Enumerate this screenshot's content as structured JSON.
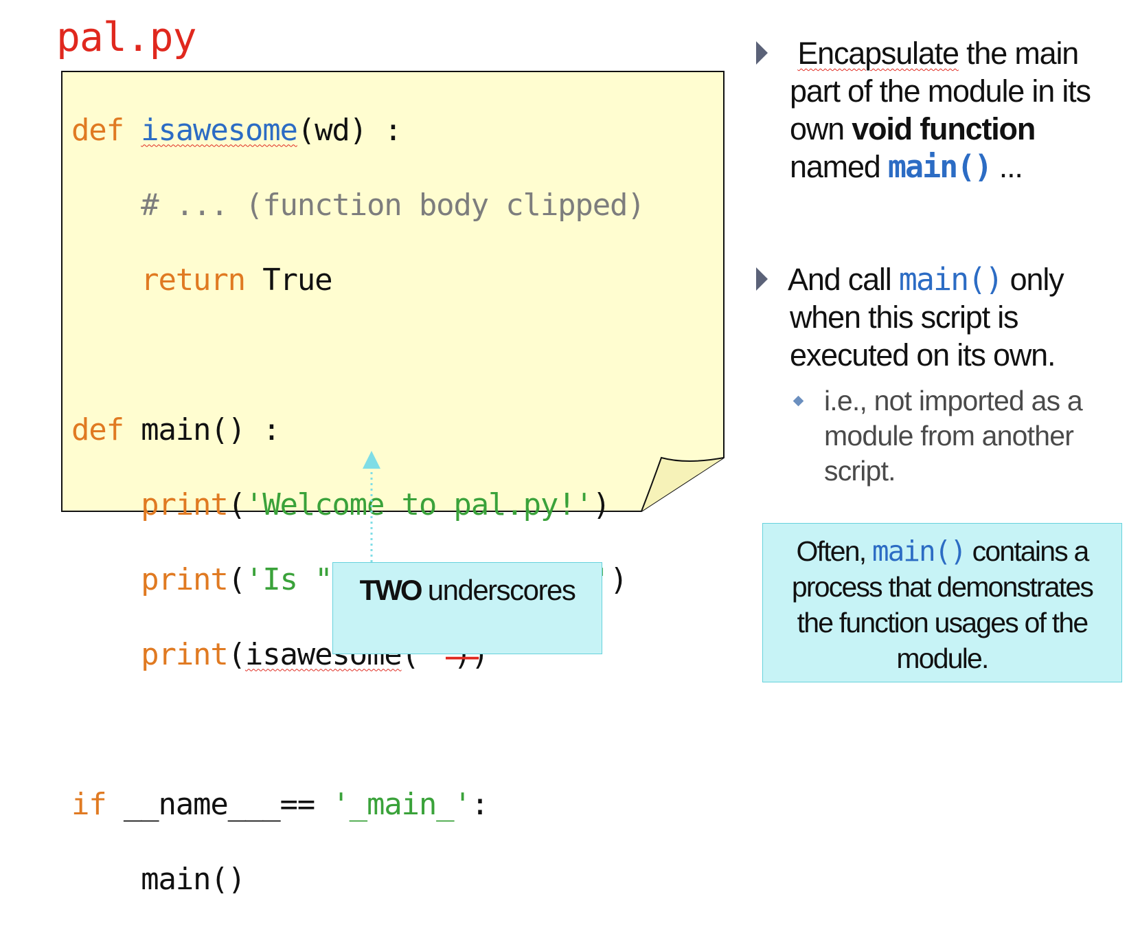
{
  "title": "pal.py",
  "code": {
    "line1": {
      "kw": "def",
      "fn": "isawesome",
      "rest": "(wd) :"
    },
    "line2": {
      "comment": "# ... (function body clipped)"
    },
    "line3": {
      "kw": "return",
      "rest": "True"
    },
    "line4": {
      "kw": "def",
      "rest": "main() :"
    },
    "line5": {
      "kw": "print",
      "str": "'Welcome to pal.py!'"
    },
    "line6": {
      "kw": "print",
      "str": "'Is \"Jerry\" awesome?'"
    },
    "line7": {
      "kw": "print",
      "open": "(",
      "fn": "isawesome",
      "rest": "(‘'))"
    },
    "line8": {
      "kw": "if",
      "rest": "__name___== ",
      "str": "'_main_'",
      "colon": ":"
    },
    "line9": {
      "rest": "main()"
    }
  },
  "callout": {
    "bold": "TWO",
    "text": "underscores",
    "marker": "__"
  },
  "right": {
    "b1": {
      "t1": "Encapsulate",
      "t2": "the main",
      "t3": "part of the module in its",
      "t4": "own ",
      "bold": "void function",
      "t5": "named ",
      "code": "main()",
      "t6": " ..."
    },
    "b2": {
      "t1": "And call ",
      "code": "main()",
      "t2": " only",
      "t3": "when this script is",
      "t4": "executed on its own."
    },
    "sub": {
      "l1": "i.e., not imported as a",
      "l2": "module from another",
      "l3": "script."
    },
    "box": {
      "t1": "Often, ",
      "code": "main()",
      "t2": "contains a",
      "l2": "process that demonstrates",
      "l3": "the function usages of the",
      "l4": "module."
    }
  },
  "colors": {
    "title": "#e0281e",
    "keyword": "#e07a22",
    "function": "#2c6cc4",
    "string": "#3aa23a",
    "comment": "#7d7d7d",
    "note_bg": "#fffdd0",
    "callout_bg": "#c7f3f6"
  }
}
